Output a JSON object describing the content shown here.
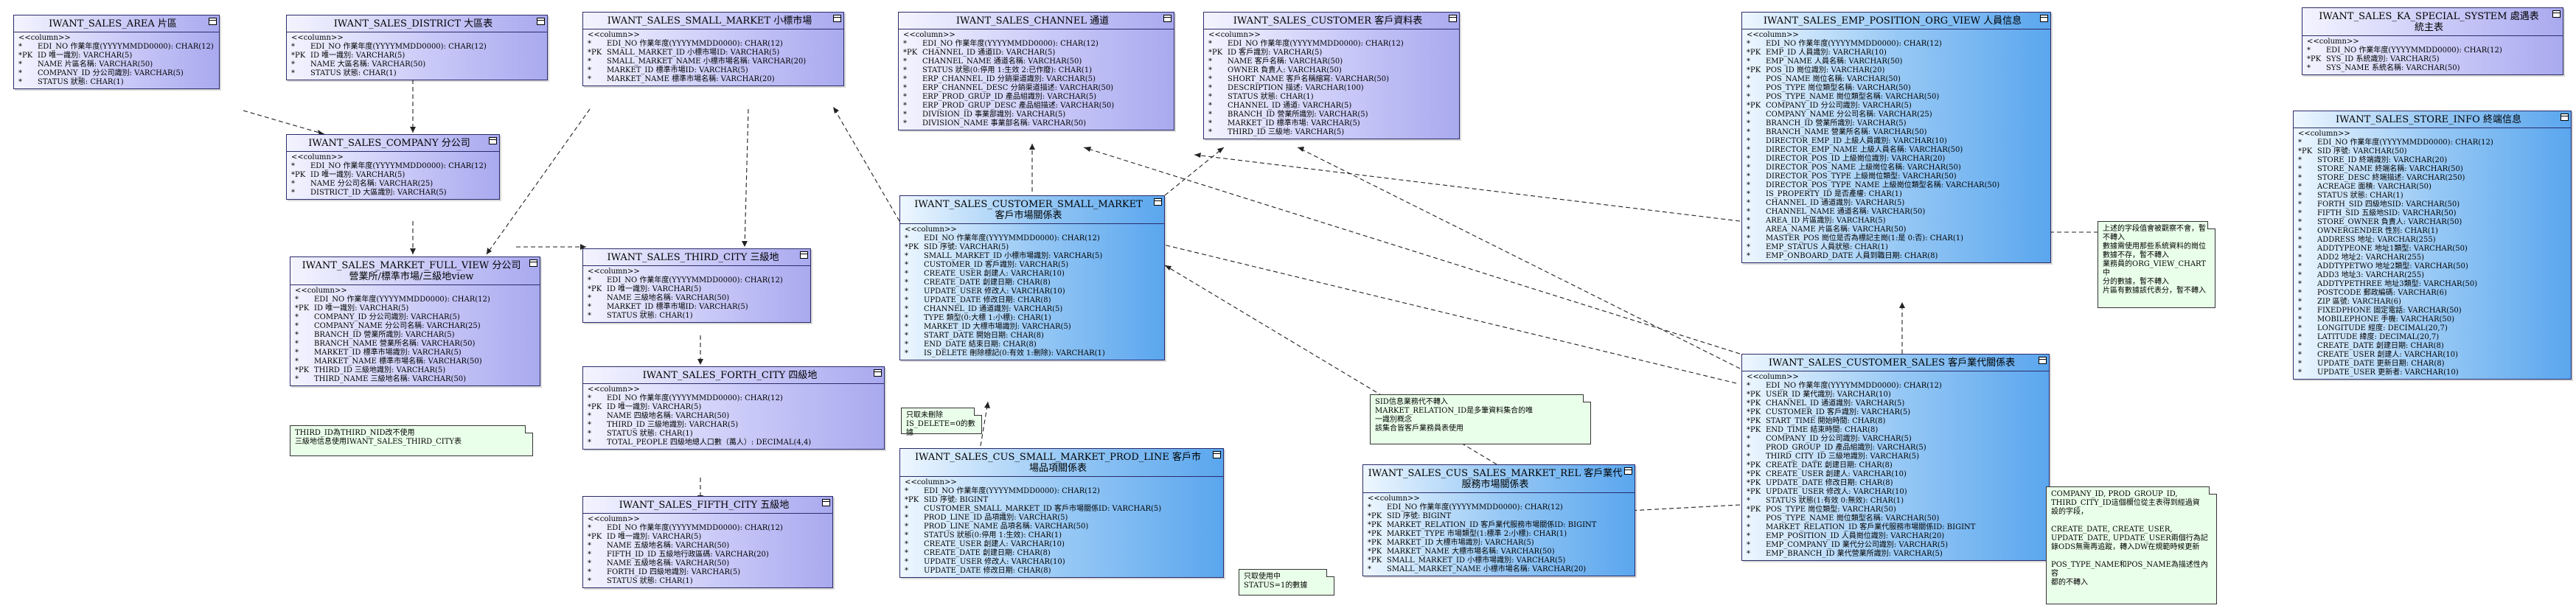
{
  "entities": [
    {
      "id": "area",
      "title": "IWANT_SALES_AREA 片區",
      "stereotype": "<<column>>",
      "columns": [
        [
          "*",
          "EDI_NO 作業年度(YYYYMMDD0000): CHAR(12)"
        ],
        [
          "*PK",
          "ID 唯一識別: VARCHAR(5)"
        ],
        [
          "*",
          "NAME 片區名稱: VARCHAR(50)"
        ],
        [
          "*",
          "COMPANY_ID 分公司識別: VARCHAR(5)"
        ],
        [
          "*",
          "STATUS 狀態: CHAR(1)"
        ]
      ]
    },
    {
      "id": "district",
      "title": "IWANT_SALES_DISTRICT 大區表",
      "stereotype": "<<column>>",
      "columns": [
        [
          "*",
          "EDI_NO 作業年度(YYYYMMDD0000): CHAR(12)"
        ],
        [
          "*PK",
          "ID 唯一識別: VARCHAR(5)"
        ],
        [
          "*",
          "NAME 大區名稱: VARCHAR(50)"
        ],
        [
          "*",
          "STATUS 狀態: CHAR(1)"
        ]
      ]
    },
    {
      "id": "company",
      "title": "IWANT_SALES_COMPANY 分公司",
      "stereotype": "<<column>>",
      "columns": [
        [
          "*",
          "EDI_NO 作業年度(YYYYMMDD0000): CHAR(12)"
        ],
        [
          "*PK",
          "ID 唯一識別: VARCHAR(5)"
        ],
        [
          "*",
          "NAME 分公司名稱: VARCHAR(25)"
        ],
        [
          "*",
          "DISTRICT_ID 大區識別: VARCHAR(5)"
        ]
      ]
    },
    {
      "id": "fullview",
      "title": "IWANT_SALES_MARKET_FULL_VIEW 分公司\n營業所/標準市場/三級地view",
      "stereotype": "<<column>>",
      "columns": [
        [
          "*",
          "EDI_NO 作業年度(YYYYMMDD0000): CHAR(12)"
        ],
        [
          "*PK",
          "ID 唯一識別: VARCHAR(5)"
        ],
        [
          "*",
          "COMPANY_ID 分公司識別: VARCHAR(5)"
        ],
        [
          "*",
          "COMPANY_NAME 分公司名稱: VARCHAR(25)"
        ],
        [
          "*",
          "BRANCH_ID 營業所識別: VARCHAR(5)"
        ],
        [
          "*",
          "BRANCH_NAME 營業所名稱: VARCHAR(50)"
        ],
        [
          "*",
          "MARKET_ID 標準市場識別: VARCHAR(5)"
        ],
        [
          "*",
          "MARKET_NAME 標準市場名稱: VARCHAR(50)"
        ],
        [
          "*PK",
          "THIRD_ID 三級地識別: VARCHAR(5)"
        ],
        [
          "*",
          "THIRD_NAME 三級地名稱: VARCHAR(50)"
        ]
      ]
    },
    {
      "id": "smallmarket",
      "title": "IWANT_SALES_SMALL_MARKET 小標市場",
      "stereotype": "<<column>>",
      "columns": [
        [
          "*",
          "EDI_NO 作業年度(YYYYMMDD0000): CHAR(12)"
        ],
        [
          "*PK",
          "SMALL_MARKET_ID 小標市場ID: VARCHAR(5)"
        ],
        [
          "*",
          "SMALL_MARKET_NAME 小標市場名稱: VARCHAR(20)"
        ],
        [
          "*",
          "MARKET_ID 標準市場ID: VARCHAR(5)"
        ],
        [
          "*",
          "MARKET_NAME 標準市場名稱: VARCHAR(20)"
        ]
      ]
    },
    {
      "id": "third",
      "title": "IWANT_SALES_THIRD_CITY 三級地",
      "stereotype": "<<column>>",
      "columns": [
        [
          "*",
          "EDI_NO 作業年度(YYYYMMDD0000): CHAR(12)"
        ],
        [
          "*PK",
          "ID 唯一識別: VARCHAR(5)"
        ],
        [
          "*",
          "NAME 三級地名稱: VARCHAR(50)"
        ],
        [
          "*",
          "MARKET_ID 標準市場ID: VARCHAR(5)"
        ],
        [
          "*",
          "STATUS 狀態: CHAR(1)"
        ]
      ]
    },
    {
      "id": "forth",
      "title": "IWANT_SALES_FORTH_CITY 四級地",
      "stereotype": "<<column>>",
      "columns": [
        [
          "*",
          "EDI_NO 作業年度(YYYYMMDD0000): CHAR(12)"
        ],
        [
          "*PK",
          "ID 唯一識別: VARCHAR(5)"
        ],
        [
          "*",
          "NAME 四級地名稱: VARCHAR(50)"
        ],
        [
          "*",
          "THIRD_ID 三級地識別: VARCHAR(5)"
        ],
        [
          "*",
          "STATUS 狀態: CHAR(1)"
        ],
        [
          "*",
          "TOTAL_PEOPLE 四級地總人口數（萬人）: DECIMAL(4,4)"
        ]
      ]
    },
    {
      "id": "fifth",
      "title": "IWANT_SALES_FIFTH_CITY 五級地",
      "stereotype": "<<column>>",
      "columns": [
        [
          "*",
          "EDI_NO 作業年度(YYYYMMDD0000): CHAR(12)"
        ],
        [
          "*PK",
          "ID 唯一識別: VARCHAR(5)"
        ],
        [
          "*",
          "NAME 五級地名稱: VARCHAR(50)"
        ],
        [
          "*",
          "FIFTH_ID_ID 五級地行政區碼: VARCHAR(20)"
        ],
        [
          "*",
          "NAME 五級地名稱: VARCHAR(50)"
        ],
        [
          "*",
          "FORTH_ID 四級地識別: VARCHAR(5)"
        ],
        [
          "*",
          "STATUS 狀態: CHAR(1)"
        ]
      ]
    },
    {
      "id": "channel",
      "title": "IWANT_SALES_CHANNEL 通道",
      "stereotype": "<<column>>",
      "columns": [
        [
          "*",
          "EDI_NO 作業年度(YYYYMMDD0000): CHAR(12)"
        ],
        [
          "*PK",
          "CHANNEL_ID 通道ID: VARCHAR(5)"
        ],
        [
          "*",
          "CHANNEL_NAME 通道名稱: VARCHAR(50)"
        ],
        [
          "*",
          "STATUS 狀態(0:停用 1:生效 2:已作廢): CHAR(1)"
        ],
        [
          "*",
          "ERP_CHANNEL_ID 分銷渠道識別: VARCHAR(5)"
        ],
        [
          "*",
          "ERP_CHANNEL_DESC 分銷渠道描述: VARCHAR(50)"
        ],
        [
          "*",
          "ERP_PROD_GRUP_ID 產品組識別: VARCHAR(5)"
        ],
        [
          "*",
          "ERP_PROD_GRUP_DESC 產品組描述: VARCHAR(50)"
        ],
        [
          "*",
          "DIVISION_ID 事業部識別: VARCHAR(5)"
        ],
        [
          "*",
          "DIVISION_NAME 事業部名稱: VARCHAR(50)"
        ]
      ]
    },
    {
      "id": "customer",
      "title": "IWANT_SALES_CUSTOMER 客戶資料表",
      "stereotype": "<<column>>",
      "columns": [
        [
          "*",
          "EDI_NO 作業年度(YYYYMMDD0000): CHAR(12)"
        ],
        [
          "*PK",
          "ID 客戶識別: VARCHAR(5)"
        ],
        [
          "*",
          "NAME 客戶名稱: VARCHAR(50)"
        ],
        [
          "*",
          "OWNER 負責人: VARCHAR(50)"
        ],
        [
          "*",
          "SHORT_NAME 客戶名稱縮寫: VARCHAR(50)"
        ],
        [
          "*",
          "DESCRIPTION 描述: VARCHAR(100)"
        ],
        [
          "*",
          "STATUS 狀態: CHAR(1)"
        ],
        [
          "*",
          "CHANNEL_ID 通道: VARCHAR(5)"
        ],
        [
          "*",
          "BRANCH_ID 營業所識別: VARCHAR(5)"
        ],
        [
          "*",
          "MARKET_ID 標準市場: VARCHAR(5)"
        ],
        [
          "*",
          "THIRD_ID 三級地: VARCHAR(5)"
        ]
      ]
    },
    {
      "id": "custsmall",
      "title": "IWANT_SALES_CUSTOMER_SMALL_MARKET\n客戶市場關係表",
      "stereotype": "<<column>>",
      "columns": [
        [
          "*",
          "EDI_NO 作業年度(YYYYMMDD0000): CHAR(12)"
        ],
        [
          "*PK",
          "SID 序號: VARCHAR(5)"
        ],
        [
          "*",
          "SMALL_MARKET_ID 小標市場識別: VARCHAR(5)"
        ],
        [
          "*",
          "CUSTOMER_ID 客戶識別: VARCHAR(5)"
        ],
        [
          "*",
          "CREATE_USER 創建人: VARCHAR(10)"
        ],
        [
          "*",
          "CREATE_DATE 創建日期: CHAR(8)"
        ],
        [
          "*",
          "UPDATE_USER 修改人: VARCHAR(10)"
        ],
        [
          "*",
          "UPDATE_DATE 修改日期: CHAR(8)"
        ],
        [
          "*",
          "CHANNEL_ID 通道識別: VARCHAR(5)"
        ],
        [
          "*",
          "TYPE 類型(0:大標 1:小標): CHAR(1)"
        ],
        [
          "*",
          "MARKET_ID 大標市場識別: VARCHAR(5)"
        ],
        [
          "*",
          "START_DATE 開始日期: CHAR(8)"
        ],
        [
          "*",
          "END_DATE 結束日期: CHAR(8)"
        ],
        [
          "*",
          "IS_DELETE 刪除標記(0:有效 1:刪除): VARCHAR(1)"
        ]
      ]
    },
    {
      "id": "prodline",
      "title": "IWANT_SALES_CUS_SMALL_MARKET_PROD_LINE 客戶市\n場品項關係表",
      "stereotype": "<<column>>",
      "columns": [
        [
          "*",
          "EDI_NO 作業年度(YYYYMMDD0000): CHAR(12)"
        ],
        [
          "*PK",
          "SID 序號: BIGINT"
        ],
        [
          "*",
          "CUSTOMER_SMALL_MARKET_ID 客戶市場關係ID: VARCHAR(5)"
        ],
        [
          "*",
          "PROD_LINE_ID 品項識別: VARCHAR(5)"
        ],
        [
          "*",
          "PROD_LINE_NAME 品項名稱: VARCHAR(50)"
        ],
        [
          "*",
          "STATUS 狀態(0:停用 1:生效): CHAR(1)"
        ],
        [
          "*",
          "CREATE_USER 創建人: VARCHAR(10)"
        ],
        [
          "*",
          "CREATE_DATE 創建日期: CHAR(8)"
        ],
        [
          "*",
          "UPDATE_USER 修改人: VARCHAR(10)"
        ],
        [
          "*",
          "UPDATE_DATE 修改日期: CHAR(8)"
        ]
      ]
    },
    {
      "id": "marketrel",
      "title": "IWANT_SALES_CUS_SALES_MARKET_REL 客戶業代\n服務市場關係表",
      "stereotype": "<<column>>",
      "columns": [
        [
          "*",
          "EDI_NO 作業年度(YYYYMMDD0000): CHAR(12)"
        ],
        [
          "*PK",
          "SID 序號: BIGINT"
        ],
        [
          "*PK",
          "MARKET_RELATION_ID 客戶業代服務市場關係ID: BIGINT"
        ],
        [
          "*PK",
          "MARKET_TYPE 市場類型(1:標準 2:小標): CHAR(1)"
        ],
        [
          "*PK",
          "MARKET_ID 大標市場識別: VARCHAR(5)"
        ],
        [
          "*PK",
          "MARKET_NAME 大標市場名稱: VARCHAR(50)"
        ],
        [
          "*PK",
          "SMALL_MARKET_ID 小標市場識別: VARCHAR(5)"
        ],
        [
          "*",
          "SMALL_MARKET_NAME 小標市場名稱: VARCHAR(20)"
        ]
      ]
    },
    {
      "id": "empview",
      "title": "IWANT_SALES_EMP_POSITION_ORG_VIEW 人員信息",
      "stereotype": "<<column>>",
      "columns": [
        [
          "*",
          "EDI_NO 作業年度(YYYYMMDD0000): CHAR(12)"
        ],
        [
          "*PK",
          "EMP_ID 人員識別: VARCHAR(10)"
        ],
        [
          "*",
          "EMP_NAME 人員名稱: VARCHAR(50)"
        ],
        [
          "*PK",
          "POS_ID 崗位識別: VARCHAR(20)"
        ],
        [
          "*",
          "POS_NAME 崗位名稱: VARCHAR(50)"
        ],
        [
          "*",
          "POS_TYPE 崗位類型名稱: VARCHAR(50)"
        ],
        [
          "*",
          "POS_TYPE_NAME 崗位類型名稱: VARCHAR(50)"
        ],
        [
          "*PK",
          "COMPANY_ID 分公司識別: VARCHAR(5)"
        ],
        [
          "*",
          "COMPANY_NAME 分公司名稱: VARCHAR(25)"
        ],
        [
          "*",
          "BRANCH_ID 營業所識別: VARCHAR(5)"
        ],
        [
          "*",
          "BRANCH_NAME 營業所名稱: VARCHAR(50)"
        ],
        [
          "*",
          "DIRECTOR_EMP_ID 上級人員識別: VARCHAR(10)"
        ],
        [
          "*",
          "DIRECTOR_EMP_NAME 上級人員名稱: VARCHAR(50)"
        ],
        [
          "*",
          "DIRECTOR_POS_ID 上級崗位識別: VARCHAR(20)"
        ],
        [
          "*",
          "DIRECTOR_POS_NAME 上級崗位名稱: VARCHAR(50)"
        ],
        [
          "*",
          "DIRECTOR_POS_TYPE 上級崗位類型: VARCHAR(50)"
        ],
        [
          "*",
          "DIRECTOR_POS_TYPE_NAME 上級崗位類型名稱: VARCHAR(50)"
        ],
        [
          "*",
          "IS_PROPERTY_ID 是否產權: CHAR(1)"
        ],
        [
          "*",
          "CHANNEL_ID 通道識別: VARCHAR(5)"
        ],
        [
          "*",
          "CHANNEL_NAME 通道名稱: VARCHAR(50)"
        ],
        [
          "*",
          "AREA_ID 片區識別: VARCHAR(5)"
        ],
        [
          "*",
          "AREA_NAME 片區名稱: VARCHAR(50)"
        ],
        [
          "*",
          "MASTER_POS 崗位是否為標記主崗(1:是 0:否): CHAR(1)"
        ],
        [
          "*",
          "EMP_STATUS 人員狀態: CHAR(1)"
        ],
        [
          "*",
          "EMP_ONBOARD_DATE 人員到職日期: CHAR(8)"
        ]
      ]
    },
    {
      "id": "custsales",
      "title": "IWANT_SALES_CUSTOMER_SALES 客戶業代關係表",
      "stereotype": "<<column>>",
      "columns": [
        [
          "*",
          "EDI_NO 作業年度(YYYYMMDD0000): CHAR(12)"
        ],
        [
          "*PK",
          "USER_ID 業代識別: VARCHAR(10)"
        ],
        [
          "*PK",
          "CHANNEL_ID 通道識別: VARCHAR(5)"
        ],
        [
          "*PK",
          "CUSTOMER_ID 客戶識別: VARCHAR(5)"
        ],
        [
          "*PK",
          "START_TIME 開始時間: CHAR(8)"
        ],
        [
          "*PK",
          "END_TIME 結束時間: CHAR(8)"
        ],
        [
          "*",
          "COMPANY_ID 分公司識別: VARCHAR(5)"
        ],
        [
          "*",
          "PROD_GROUP_ID 產品組識別: VARCHAR(5)"
        ],
        [
          "*",
          "THIRD_CITY_ID 三級地識別: VARCHAR(5)"
        ],
        [
          "*PK",
          "CREATE_DATE 創建日期: CHAR(8)"
        ],
        [
          "*PK",
          "CREATE_USER 創建人: VARCHAR(10)"
        ],
        [
          "*PK",
          "UPDATE_DATE 修改日期: CHAR(8)"
        ],
        [
          "*PK",
          "UPDATE_USER 修改人: VARCHAR(10)"
        ],
        [
          "*",
          "STATUS 狀態(1:有效 0:無效): CHAR(1)"
        ],
        [
          "*PK",
          "POS_TYPE 崗位類型: VARCHAR(50)"
        ],
        [
          "*",
          "POS_TYPE_NAME 崗位類型名稱: VARCHAR(50)"
        ],
        [
          "*",
          "MARKET_RELATION_ID 客戶業代服務市場關係ID: BIGINT"
        ],
        [
          "*",
          "EMP_POSITION_ID 人員崗位識別: VARCHAR(20)"
        ],
        [
          "*",
          "EMP_COMPANY_ID 業代分公司識別: VARCHAR(5)"
        ],
        [
          "*",
          "EMP_BRANCH_ID 業代營業所識別: VARCHAR(5)"
        ]
      ]
    },
    {
      "id": "kaspecial",
      "title": "IWANT_SALES_KA_SPECIAL_SYSTEM 處遇表\n統主表",
      "stereotype": "<<column>>",
      "columns": [
        [
          "*",
          "EDI_NO 作業年度(YYYYMMDD0000): CHAR(12)"
        ],
        [
          "*PK",
          "SYS_ID 系統識別: VARCHAR(5)"
        ],
        [
          "*",
          "SYS_NAME 系統名稱: VARCHAR(50)"
        ]
      ]
    },
    {
      "id": "storeinfo",
      "title": "IWANT_SALES_STORE_INFO 終端信息",
      "stereotype": "<<column>>",
      "columns": [
        [
          "*",
          "EDI_NO 作業年度(YYYYMMDD0000): CHAR(12)"
        ],
        [
          "*PK",
          "SID 序號: VARCHAR(50)"
        ],
        [
          "*",
          "STORE_ID 終端識別: VARCHAR(20)"
        ],
        [
          "*",
          "STORE_NAME 終端名稱: VARCHAR(50)"
        ],
        [
          "*",
          "STORE_DESC 終端描述: VARCHAR(250)"
        ],
        [
          "*",
          "ACREAGE 面積: VARCHAR(50)"
        ],
        [
          "*",
          "STATUS 狀態: CHAR(1)"
        ],
        [
          "*",
          "FORTH_SID 四級地SID: VARCHAR(50)"
        ],
        [
          "*",
          "FIFTH_SID 五級地SID: VARCHAR(50)"
        ],
        [
          "*",
          "STORE_OWNER 負責人: VARCHAR(50)"
        ],
        [
          "*",
          "OWNERGENDER 性別: CHAR(1)"
        ],
        [
          "*",
          "ADDRESS 地址: VARCHAR(255)"
        ],
        [
          "*",
          "ADDTYPEONE 地址1類型: VARCHAR(50)"
        ],
        [
          "*",
          "ADD2 地址2: VARCHAR(255)"
        ],
        [
          "*",
          "ADDTYPETWO 地址2類型: VARCHAR(50)"
        ],
        [
          "*",
          "ADD3 地址3: VARCHAR(255)"
        ],
        [
          "*",
          "ADDTYPETHREE 地址3類型: VARCHAR(50)"
        ],
        [
          "*",
          "POSTCODE 郵政編碼: VARCHAR(6)"
        ],
        [
          "*",
          "ZIP 區號: VARCHAR(6)"
        ],
        [
          "*",
          "FIXEDPHONE 固定電話: VARCHAR(50)"
        ],
        [
          "*",
          "MOBILEPHONE 手機: VARCHAR(50)"
        ],
        [
          "*",
          "LONGITUDE 經度: DECIMAL(20,7)"
        ],
        [
          "*",
          "LATITUDE 緯度: DECIMAL(20,7)"
        ],
        [
          "*",
          "CREATE_DATE 創建日期: CHAR(8)"
        ],
        [
          "*",
          "CREATE_USER 創建人: VARCHAR(10)"
        ],
        [
          "*",
          "UPDATE_DATE 更新日期: CHAR(8)"
        ],
        [
          "*",
          "UPDATE_USER 更新者: VARCHAR(10)"
        ]
      ]
    }
  ],
  "notes": [
    {
      "id": "note-third",
      "text": "THIRD_ID為THIRD_NID改不使用\n三級地信息使用IWANT_SALES_THIRD_CITY表"
    },
    {
      "id": "note-delete",
      "text": "只取未刪除\nIS_DELETE=0的數據"
    },
    {
      "id": "note-status",
      "text": "只取使用中\nSTATUS=1的數據"
    },
    {
      "id": "note-sid",
      "text": "SID信息業務代不轉入\nMARKET_RELATION_ID是多筆資料集合的唯\n一識別概念\n該集合皆客戶業務員表使用"
    },
    {
      "id": "note-emp",
      "text": "上述的字段值會被觀察不會，暫不轉入\n數據需使用那些系統資料的崗位\n數據不存，暫不轉入\n業務員的ORG_VIEW_CHART中\n分的數據，暫不轉入\n片區有數據該代表分，暫不轉入"
    },
    {
      "id": "note-company",
      "text": "COMPANY_ID, PROD_GROUP_ID,\nTHIRD_CITY_ID這個欄位從主表得到經過資\n設的字段，\n\nCREATE_DATE, CREATE_USER,\nUPDATE_DATE, UPDATE_USER兩個行為記\n錄ODS無需再追蹤，轉入DW在規範時候更新\n\nPOS_TYPE_NAME和POS_NAME為描述性內容\n都的不轉入"
    }
  ]
}
